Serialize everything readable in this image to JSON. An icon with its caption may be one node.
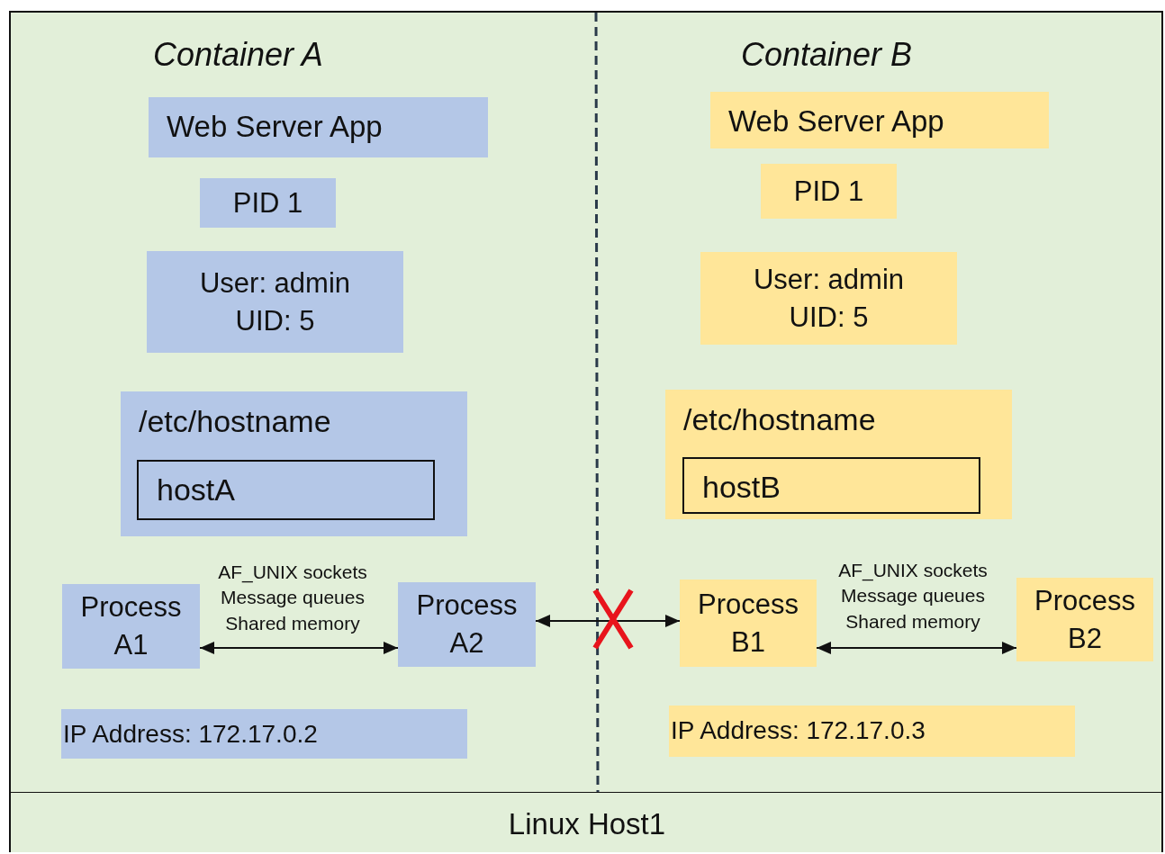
{
  "diagram": {
    "nodes": [
      {
        "text": [
          "Container A"
        ]
      },
      {
        "text": [
          "Web Server App"
        ],
        "in": 0
      },
      {
        "text": [
          "PID 1"
        ],
        "in": 0
      },
      {
        "text": [
          "User: admin UID: 5"
        ],
        "in": 0
      },
      {
        "text": [
          "/etc/hostname"
        ],
        "in": 0
      },
      {
        "text": [
          "hostA"
        ],
        "in": 4
      },
      {
        "text": [
          "Process A1"
        ],
        "in": 0
      },
      {
        "text": [
          "Process A2"
        ],
        "in": 0
      },
      {
        "text": [
          "IP Address: 172.17.0.2"
        ],
        "in": 0
      },
      {
        "text": [
          "Container B"
        ]
      },
      {
        "text": [
          "Web Server App"
        ],
        "in": 9
      },
      {
        "text": [
          "PID 1"
        ],
        "in": 9
      },
      {
        "text": [
          "User: admin UID: 5"
        ],
        "in": 9
      },
      {
        "text": [
          "/etc/hostname"
        ],
        "in": 9
      },
      {
        "text": [
          "hostB"
        ],
        "in": 13
      },
      {
        "text": [
          "Process B1"
        ],
        "in": 9
      },
      {
        "text": [
          "Process B2"
        ],
        "in": 9
      },
      {
        "text": [
          "IP Address: 172.17.0.3"
        ],
        "in": 9
      },
      {
        "text": [
          "Linux Host1"
        ]
      }
    ],
    "edges": [
      {
        "from": 6,
        "to": 7,
        "arrow": "both",
        "label": "AF_UNIX sockets Message queues Shared memory"
      },
      {
        "from": 7,
        "to": 15,
        "arrow": "both"
      },
      {
        "from": 15,
        "to": 16,
        "arrow": "both",
        "label": "AF_UNIX sockets Message queues Shared memory"
      }
    ]
  }
}
